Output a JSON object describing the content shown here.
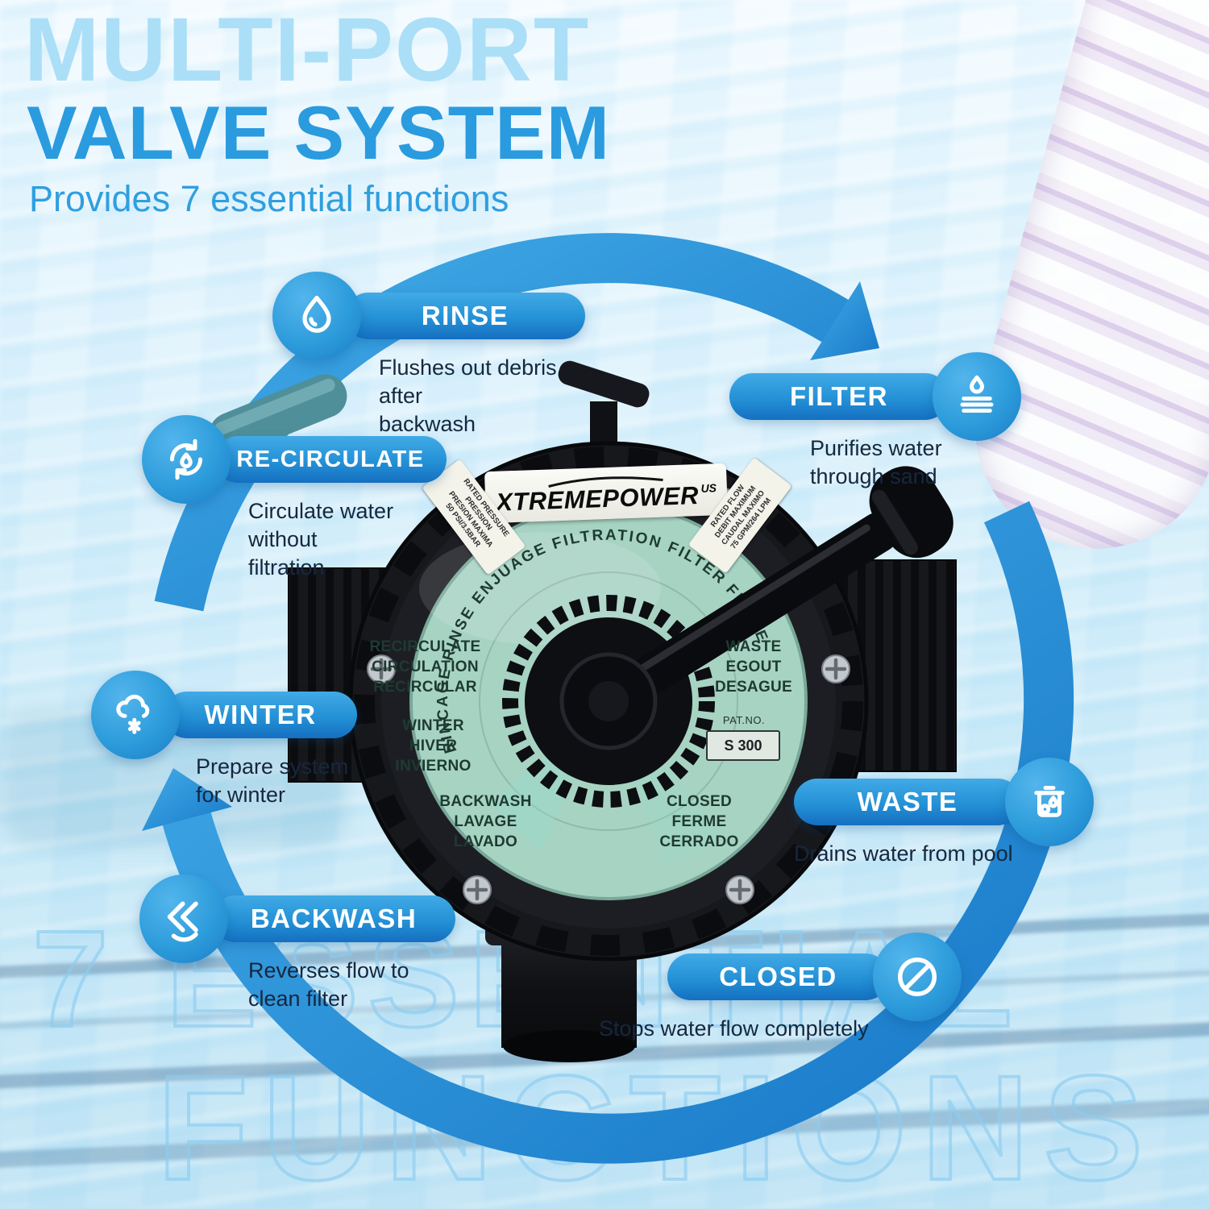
{
  "header": {
    "title_line1": "MULTI-PORT",
    "title_line2": "VALVE SYSTEM",
    "subtitle": "Provides 7 essential functions"
  },
  "callouts": [
    {
      "id": "rinse",
      "label": "RINSE",
      "desc": "Flushes out debris after\nbackwash",
      "icon": "water-drop-icon"
    },
    {
      "id": "recirculate",
      "label": "RE-CIRCULATE",
      "desc": "Circulate water without\nfiltration",
      "icon": "recirculate-arrows-icon"
    },
    {
      "id": "winter",
      "label": "WINTER",
      "desc": "Prepare system\nfor winter",
      "icon": "snow-cloud-icon"
    },
    {
      "id": "backwash",
      "label": "BACKWASH",
      "desc": "Reverses flow to\nclean filter",
      "icon": "reverse-arrows-icon"
    },
    {
      "id": "filter",
      "label": "FILTER",
      "desc": "Purifies water\nthrough sand",
      "icon": "filter-layers-icon"
    },
    {
      "id": "waste",
      "label": "WASTE",
      "desc": "Drains water from pool",
      "icon": "trash-bin-icon"
    },
    {
      "id": "closed",
      "label": "CLOSED",
      "desc": "Stops water flow completely",
      "icon": "no-entry-icon"
    }
  ],
  "valve": {
    "brand": "XTREMEPOWER",
    "brand_sup": "US",
    "dial_arc_text": "RINCAGE  RINSE  ENJUAGE     FILTRATION  FILTER  FILTRE",
    "dial": {
      "recirculate": "RECIRCULATE\nCIRCULATION\nRECIRCULAR",
      "waste": "WASTE\nEGOUT\nDESAGUE",
      "winter": "WINTER\nHIVER\nINVIERNO",
      "backwash": "BACKWASH\nLAVAGE\nLAVADO",
      "closed": "CLOSED\nFERME\nCERRADO"
    },
    "pat_label": "PAT.NO.",
    "model": "S 300",
    "sticker_left": "RATED PRESSURE\nPRESSION\nPRESION MAXIMA\n50 PSI/3.5BAR",
    "sticker_right": "RATED FLOW\nDEBIT MAXIMUM\nCAUDAL MAXIMO\n75 GPM/264 LPM"
  },
  "watermark": {
    "line1": "7 ESSENTIAL",
    "line2": "FUNCTIONS"
  },
  "colors": {
    "accent_blue": "#2D9CDB",
    "title_light_blue": "#ABDFF7",
    "title_blue": "#2A9BDF",
    "pill_gradient_top": "#41AAE6",
    "pill_gradient_bottom": "#156FC0",
    "valve_face_green": "#A7D3C3",
    "valve_body_black": "#17181C",
    "desc_text": "#16273F"
  }
}
